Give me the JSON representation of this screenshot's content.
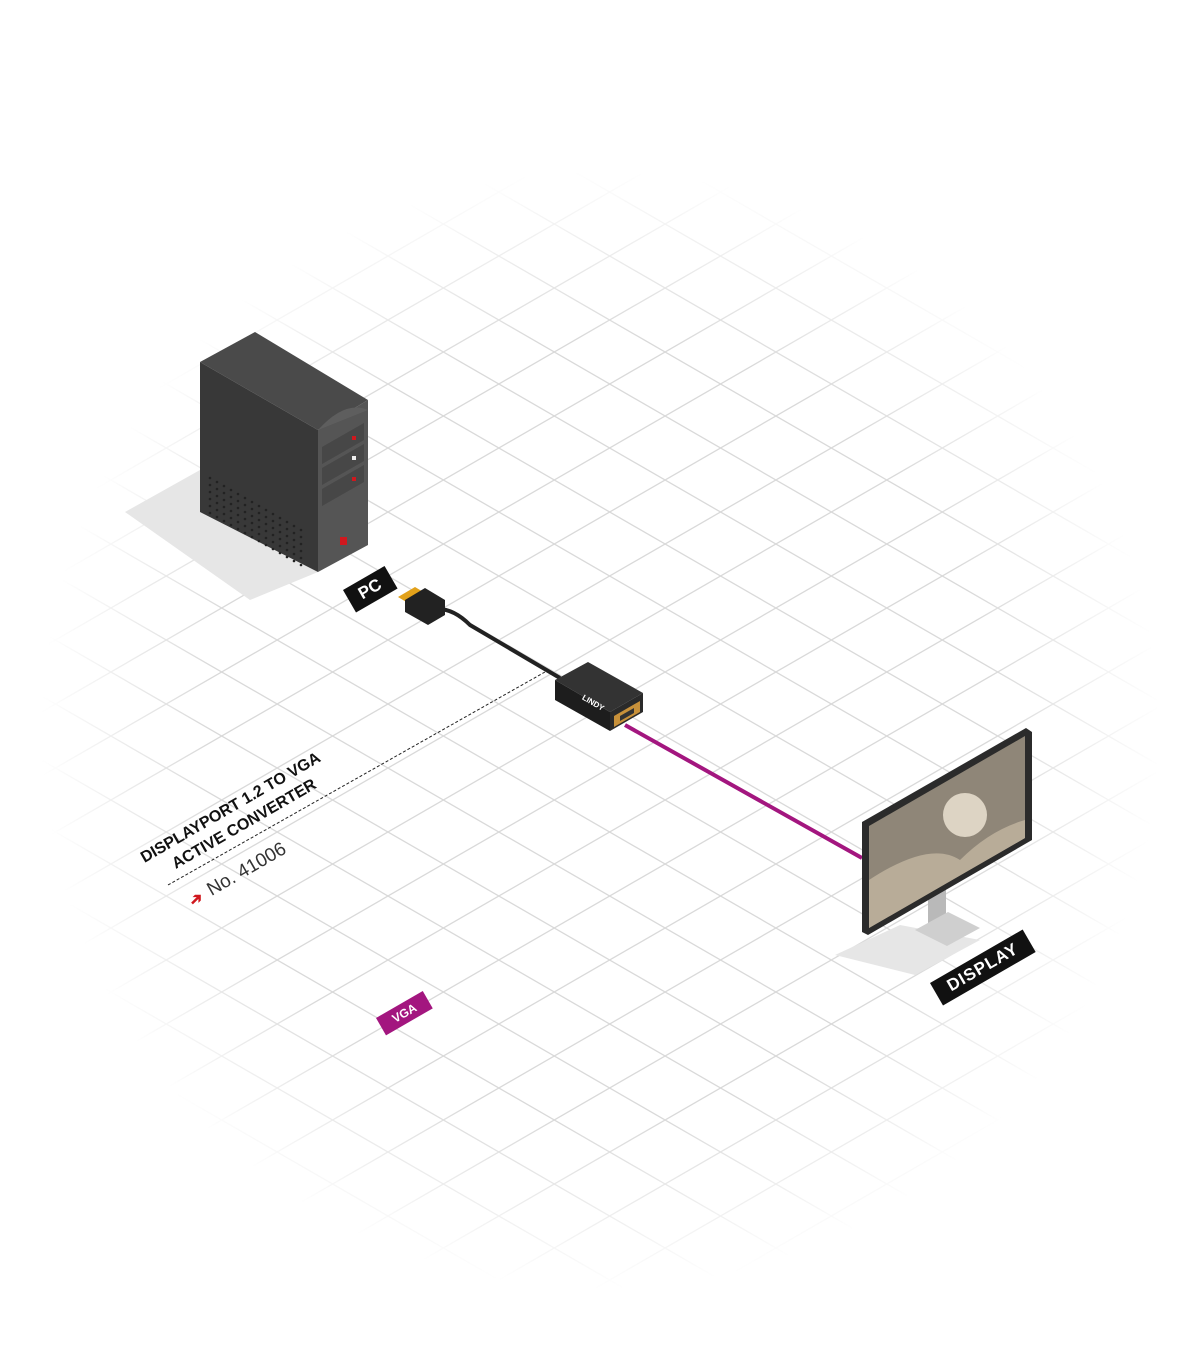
{
  "product": {
    "title_line1": "DISPLAYPORT 1.2 TO VGA",
    "title_line2": "ACTIVE CONVERTER",
    "number": "No. 41006",
    "brand": "LINDY"
  },
  "labels": {
    "pc": "PC",
    "display": "DISPLAY",
    "cable": "VGA"
  },
  "colors": {
    "accent": "#a3167f",
    "arrow": "#d0181e",
    "tag_bg": "#111111",
    "grid": "#d9d9d9"
  },
  "icons": [
    "pc-tower-icon",
    "monitor-icon",
    "displayport-connector-icon",
    "adapter-icon",
    "arrow-icon"
  ]
}
